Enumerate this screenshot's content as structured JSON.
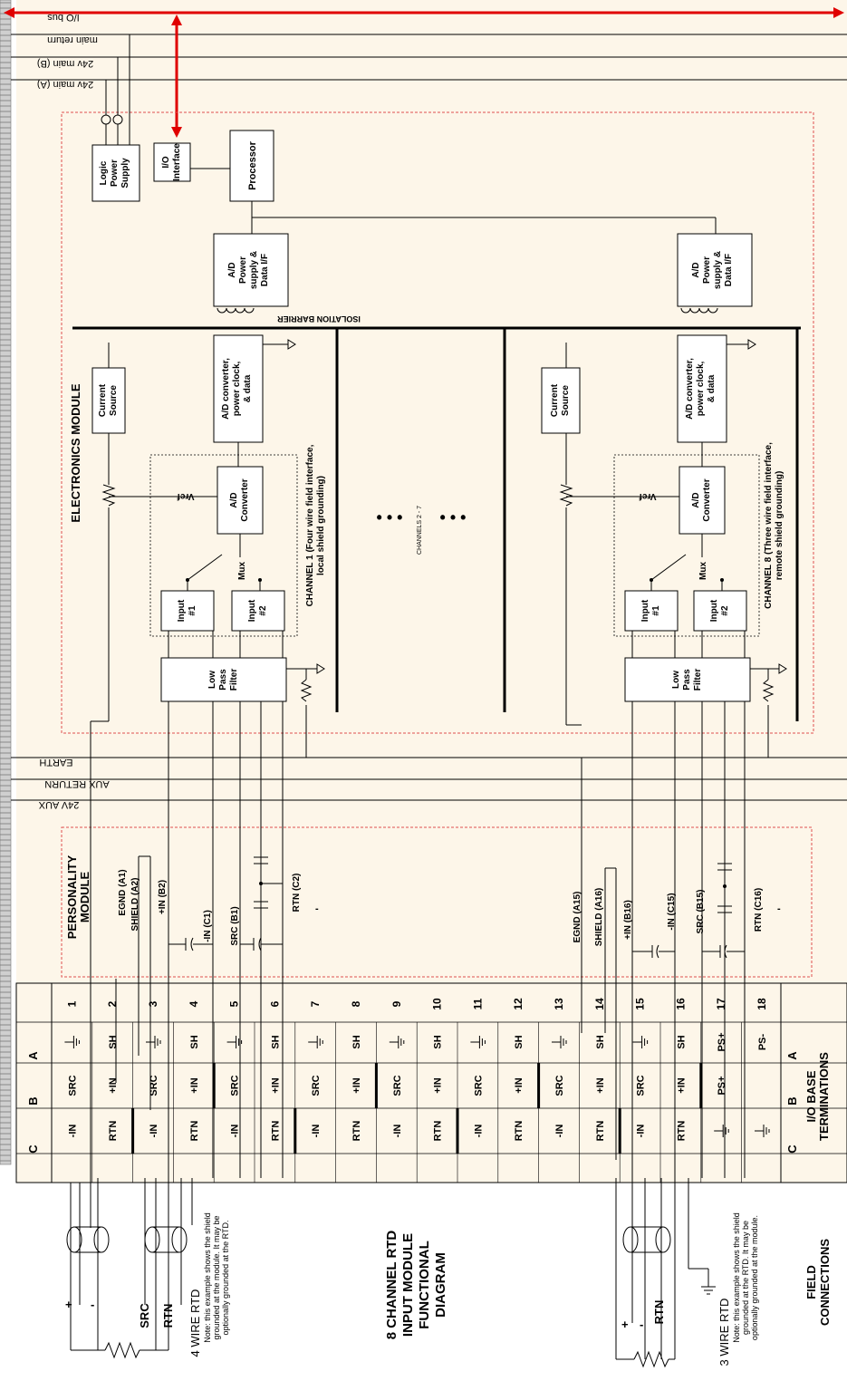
{
  "buses": {
    "io_bus": "I/O bus",
    "main_return": "main return",
    "main_24v_b": "24v main (B)",
    "main_24v_a": "24v main (A)",
    "earth": "EARTH",
    "aux_return": "AUX RETURN",
    "aux_24v": "24V AUX"
  },
  "electronics": {
    "title": "ELECTRONICS MODULE",
    "logic_ps": [
      "Logic",
      "Power",
      "Supply"
    ],
    "io_interface": [
      "I/O",
      "Interface"
    ],
    "processor": "Processor",
    "ad_ps": [
      "A/D",
      "Power",
      "supply &",
      "Data I/F"
    ],
    "isolation": "ISOLATION BARRIER",
    "ad_conv": [
      "A/D converter,",
      "power clock,",
      "& data"
    ],
    "current_source": [
      "Current",
      "Source"
    ],
    "vref": "Vref",
    "ad_converter": [
      "A/D",
      "Converter"
    ],
    "mux": "Mux",
    "input1": [
      "Input",
      "#1"
    ],
    "input2": [
      "Input",
      "#2"
    ],
    "lpf": [
      "Low",
      "Pass",
      "Filter"
    ],
    "ch1": [
      "CHANNEL 1 (Four wire field interface,",
      "local shield grounding)"
    ],
    "ch8": [
      "CHANNEL 8 (Three wire field interface,",
      "remote shield grounding)"
    ],
    "channels_mid": "CHANNELS 2 - 7",
    "dots": "• • •"
  },
  "personality": {
    "title": [
      "PERSONALITY",
      "MODULE"
    ],
    "ch1_labels": [
      "EGND (A1)",
      "SHIELD (A2)",
      "+IN (B2)",
      "-IN (C1)",
      "SRC (B1)",
      "RTN (C2)"
    ],
    "ch8_labels": [
      "EGND (A15)",
      "SHIELD (A16)",
      "+IN (B16)",
      "-IN (C15)",
      "SRC (B15)",
      "RTN (C16)"
    ],
    "dash": "-"
  },
  "terminal": {
    "numbers": [
      "1",
      "2",
      "3",
      "4",
      "5",
      "6",
      "7",
      "8",
      "9",
      "10",
      "11",
      "12",
      "13",
      "14",
      "15",
      "16",
      "17",
      "18"
    ],
    "row_a": [
      "",
      "SH",
      "",
      "SH",
      "",
      "SH",
      "",
      "SH",
      "",
      "SH",
      "",
      "SH",
      "",
      "SH",
      "",
      "SH",
      "PS+",
      "PS-"
    ],
    "row_b": [
      "SRC",
      "+IN",
      "SRC",
      "+IN",
      "SRC",
      "+IN",
      "SRC",
      "+IN",
      "SRC",
      "+IN",
      "SRC",
      "+IN",
      "SRC",
      "+IN",
      "SRC",
      "+IN",
      "PS+"
    ],
    "row_c": [
      "-IN",
      "RTN",
      "-IN",
      "RTN",
      "-IN",
      "RTN",
      "-IN",
      "RTN",
      "-IN",
      "RTN",
      "-IN",
      "RTN",
      "-IN",
      "RTN",
      "-IN",
      "RTN",
      "",
      ""
    ],
    "row_letters": [
      "A",
      "B",
      "C"
    ],
    "title": [
      "I/O BASE",
      "TERMINATIONS"
    ]
  },
  "field": {
    "rtd4": "4 WIRE RTD",
    "rtd4_note": [
      "Note: this example shows the shield",
      "grounded at the module.  It may be",
      "optionally grounded at the RTD."
    ],
    "rtd3": "3 WIRE RTD",
    "rtd3_note": [
      "Note: this example shows the shield",
      "grounded at the RTD.  It may be",
      "optionally grounded at the module."
    ],
    "src": "SRC",
    "rtn": "RTN",
    "plus": "+",
    "minus": "-",
    "diagram_title": [
      "8 CHANNEL RTD",
      "INPUT MODULE",
      "FUNCTIONAL",
      "DIAGRAM"
    ],
    "connections": [
      "FIELD",
      "CONNECTIONS"
    ]
  },
  "colors": {
    "background": "#fdf6e9",
    "red_bus": "#e00000",
    "red_dash": "#e05050"
  }
}
